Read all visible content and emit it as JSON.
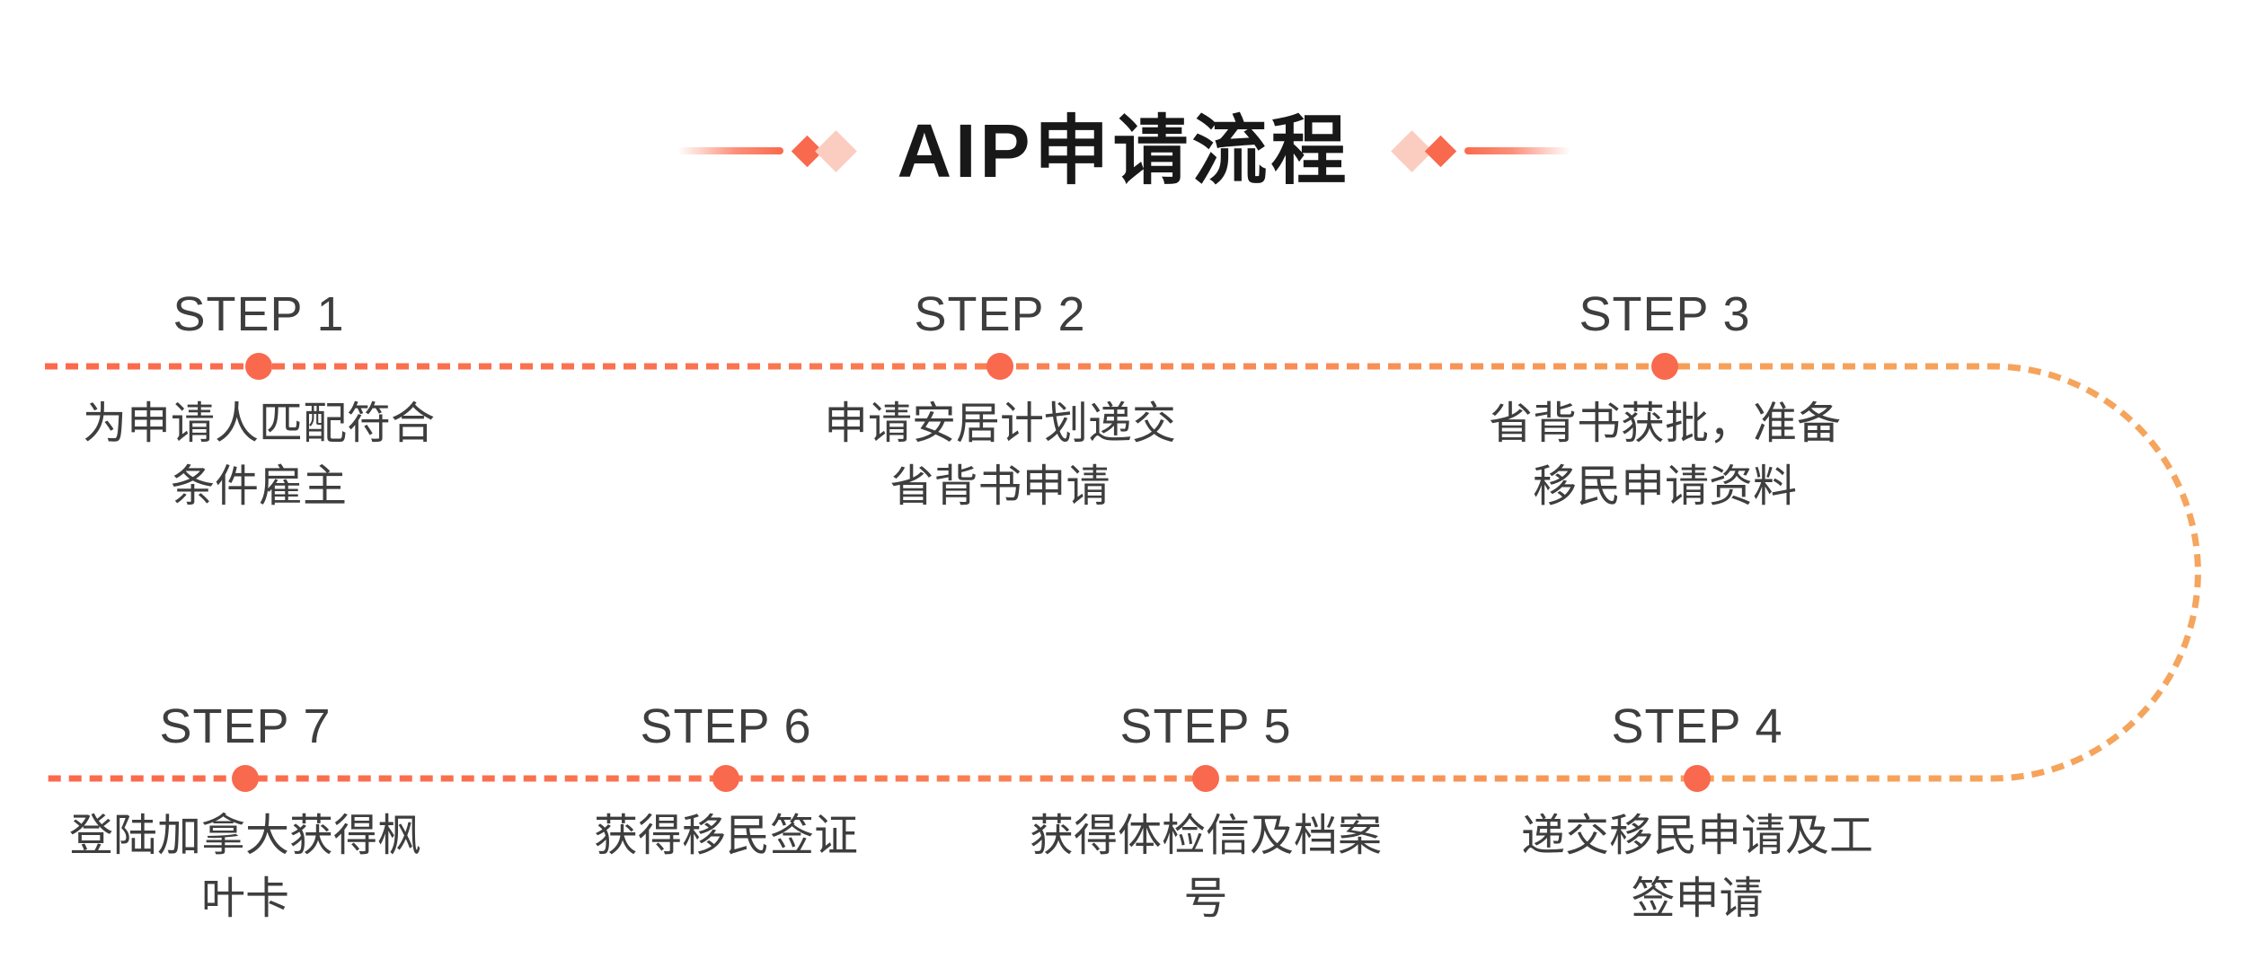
{
  "title": {
    "text": "AIP申请流程"
  },
  "colors": {
    "coral": "#FA6A4D",
    "orange": "#F5A158",
    "dot": "#F8694E",
    "diamond_light_pink": "#FBCDC0",
    "step_text": "#3E3E3E",
    "title_text": "#181818"
  },
  "steps": [
    {
      "label": "STEP 1",
      "desc_line1": "为申请人匹配符合",
      "desc_line2": "条件雇主"
    },
    {
      "label": "STEP 2",
      "desc_line1": "申请安居计划递交",
      "desc_line2": "省背书申请"
    },
    {
      "label": "STEP 3",
      "desc_line1": "省背书获批，准备",
      "desc_line2": "移民申请资料"
    },
    {
      "label": "STEP 4",
      "desc_line1": "递交移民申请及工",
      "desc_line2": "签申请"
    },
    {
      "label": "STEP 5",
      "desc_line1": "获得体检信及档案",
      "desc_line2": "号"
    },
    {
      "label": "STEP 6",
      "desc_line1": "获得移民签证",
      "desc_line2": ""
    },
    {
      "label": "STEP 7",
      "desc_line1": "登陆加拿大获得枫",
      "desc_line2": "叶卡"
    }
  ]
}
